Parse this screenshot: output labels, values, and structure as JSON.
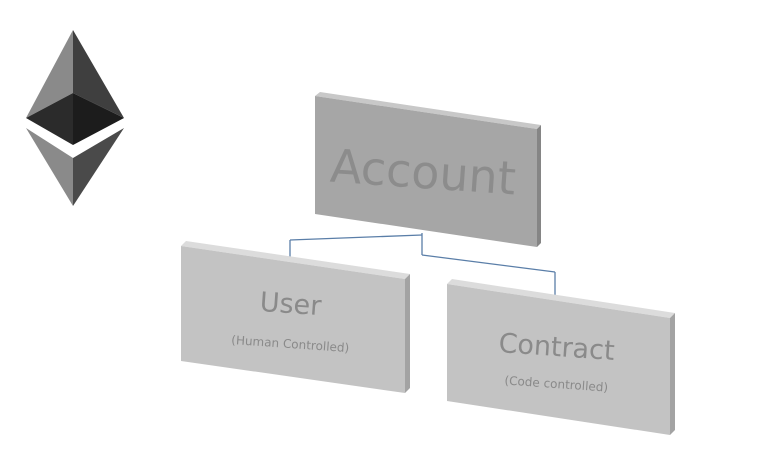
{
  "diagram": {
    "root": {
      "title": "Account"
    },
    "children": [
      {
        "title": "User",
        "subtitle": "(Human Controlled)"
      },
      {
        "title": "Contract",
        "subtitle": "(Code controlled)"
      }
    ]
  },
  "logo": {
    "icon": "ethereum-logo-icon"
  },
  "colors": {
    "root_face": "#a6a6a6",
    "root_side": "#858585",
    "root_top": "#c8c8c8",
    "root_text": "#8c8c8c",
    "child_face": "#c3c3c3",
    "child_side": "#a3a3a3",
    "child_top": "#dcdcdc",
    "child_text": "#8a8a8a",
    "connector": "#5a7ea8"
  }
}
